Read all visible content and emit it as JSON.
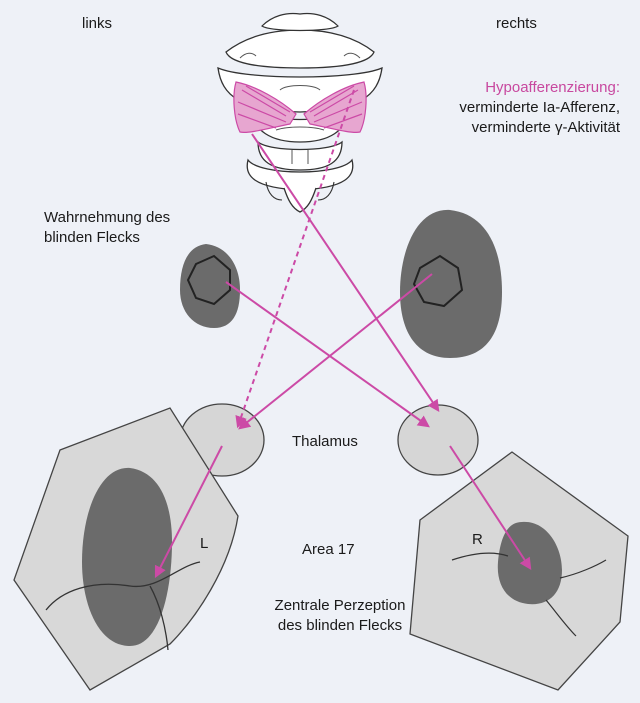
{
  "labels": {
    "left_side": "links",
    "right_side": "rechts",
    "hypo_title": "Hypoafferenzierung:",
    "hypo_line1": "verminderte Ia-Afferenz,",
    "hypo_line2": "verminderte γ-Aktivität",
    "perception_line1": "Wahrnehmung des",
    "perception_line2": "blinden Flecks",
    "thalamus": "Thalamus",
    "area": "Area 17",
    "cortex_left": "L",
    "cortex_right": "R",
    "central_line1": "Zentrale Perzeption",
    "central_line2": "des blinden Flecks"
  },
  "colors": {
    "background": "#eef1f7",
    "pathway": "#cc4aa6",
    "hypo_text": "#c8489f",
    "light_gray": "#d6d6d6",
    "dark_gray": "#6b6b6b",
    "outline": "#2a2a2a"
  }
}
